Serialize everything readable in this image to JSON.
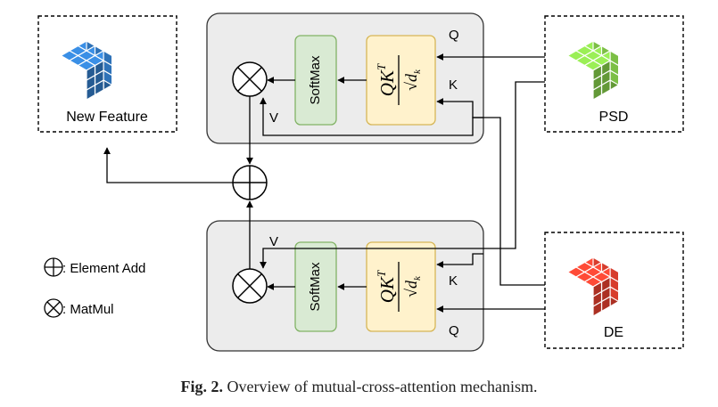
{
  "diagram": {
    "new_feature_label": "New Feature",
    "psd_label": "PSD",
    "de_label": "DE",
    "top_block": {
      "softmax_label": "SoftMax",
      "q_label": "Q",
      "k_label": "K",
      "v_label": "V"
    },
    "bottom_block": {
      "softmax_label": "SoftMax",
      "q_label": "Q",
      "k_label": "K",
      "v_label": "V"
    },
    "formula": {
      "numerator": "QK",
      "superscript": "T",
      "denominator": "√d",
      "subscript": "k"
    },
    "legend": {
      "add_label": ": Element Add",
      "matmul_label": ": MatMul"
    },
    "colors": {
      "new_feature_cube": "#2e72b8",
      "psd_cube": "#7cbf45",
      "de_cube": "#d73c2c",
      "softmax_fill": "#d9ead3",
      "softmax_stroke": "#82b366",
      "formula_fill": "#fff2cc",
      "formula_stroke": "#d6b656",
      "block_fill": "#ececec"
    }
  },
  "caption": {
    "prefix": "Fig. 2.",
    "text": " Overview of mutual-cross-attention mechanism."
  }
}
